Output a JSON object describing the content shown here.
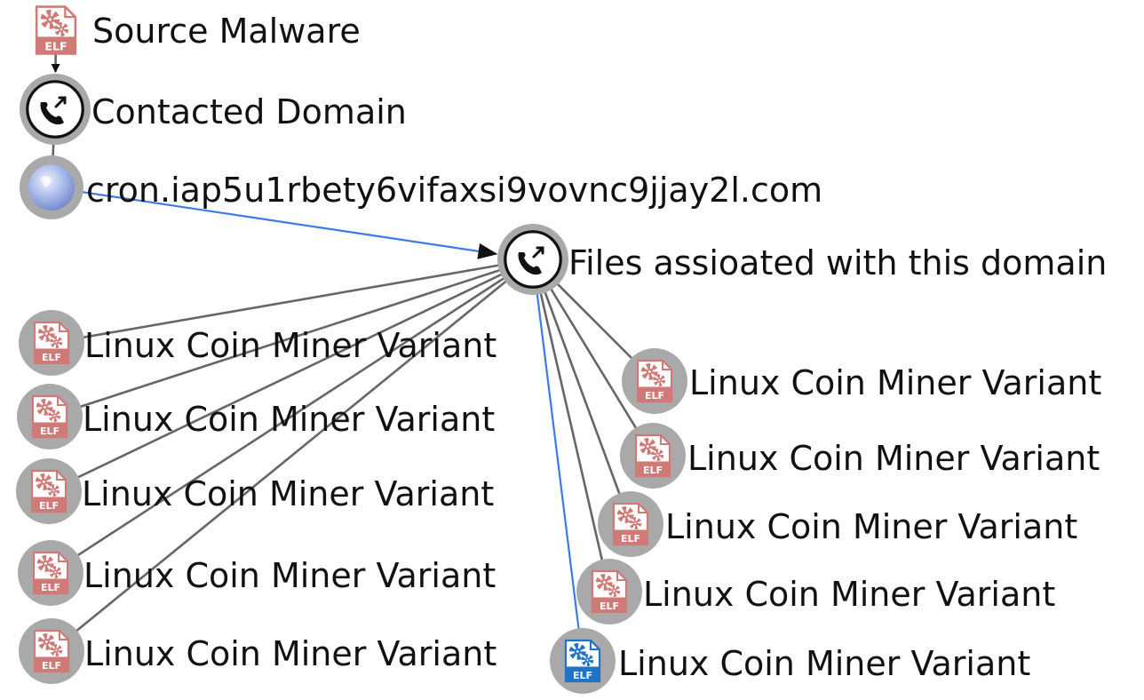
{
  "colors": {
    "edge_default": "#666666",
    "edge_highlight": "#3b7be3",
    "node_ring": "#a9a9a9",
    "file_red": "#d07a78",
    "file_blue": "#1f73c9",
    "globe": "#8fa4d8"
  },
  "nodes": [
    {
      "id": "n1",
      "icon": "elf-file-icon-red",
      "label": "Source Malware"
    },
    {
      "id": "n2",
      "icon": "phone-call-icon",
      "label": "Contacted Domain"
    },
    {
      "id": "n3",
      "icon": "globe-icon",
      "label": "cron.iap5u1rbety6vifaxsi9vovnc9jjay2l.com"
    },
    {
      "id": "n4",
      "icon": "phone-call-icon",
      "label": "Files assioated with this domain"
    },
    {
      "id": "f1",
      "icon": "elf-file-icon-red",
      "label": "Linux Coin Miner Variant"
    },
    {
      "id": "f2",
      "icon": "elf-file-icon-red",
      "label": "Linux Coin Miner Variant"
    },
    {
      "id": "f3",
      "icon": "elf-file-icon-red",
      "label": "Linux Coin Miner Variant"
    },
    {
      "id": "f4",
      "icon": "elf-file-icon-red",
      "label": "Linux Coin Miner Variant"
    },
    {
      "id": "f5",
      "icon": "elf-file-icon-red",
      "label": "Linux Coin Miner Variant"
    },
    {
      "id": "f6",
      "icon": "elf-file-icon-red",
      "label": "Linux Coin Miner Variant"
    },
    {
      "id": "f7",
      "icon": "elf-file-icon-red",
      "label": "Linux Coin Miner Variant"
    },
    {
      "id": "f8",
      "icon": "elf-file-icon-red",
      "label": "Linux Coin Miner Variant"
    },
    {
      "id": "f9",
      "icon": "elf-file-icon-red",
      "label": "Linux Coin Miner Variant"
    },
    {
      "id": "f10",
      "icon": "elf-file-icon-blue",
      "label": "Linux Coin Miner Variant"
    }
  ],
  "edges": [
    {
      "from": "n1",
      "to": "n2",
      "style": "default",
      "arrow": true
    },
    {
      "from": "n2",
      "to": "n3",
      "style": "default",
      "arrow": false
    },
    {
      "from": "n3",
      "to": "n4",
      "style": "highlight",
      "arrow": true
    },
    {
      "from": "n4",
      "to": "f1",
      "style": "default",
      "arrow": false
    },
    {
      "from": "n4",
      "to": "f2",
      "style": "default",
      "arrow": false
    },
    {
      "from": "n4",
      "to": "f3",
      "style": "default",
      "arrow": false
    },
    {
      "from": "n4",
      "to": "f4",
      "style": "default",
      "arrow": false
    },
    {
      "from": "n4",
      "to": "f5",
      "style": "default",
      "arrow": false
    },
    {
      "from": "n4",
      "to": "f6",
      "style": "default",
      "arrow": false
    },
    {
      "from": "n4",
      "to": "f7",
      "style": "default",
      "arrow": false
    },
    {
      "from": "n4",
      "to": "f8",
      "style": "default",
      "arrow": false
    },
    {
      "from": "n4",
      "to": "f9",
      "style": "default",
      "arrow": false
    },
    {
      "from": "n4",
      "to": "f10",
      "style": "highlight",
      "arrow": false
    }
  ]
}
